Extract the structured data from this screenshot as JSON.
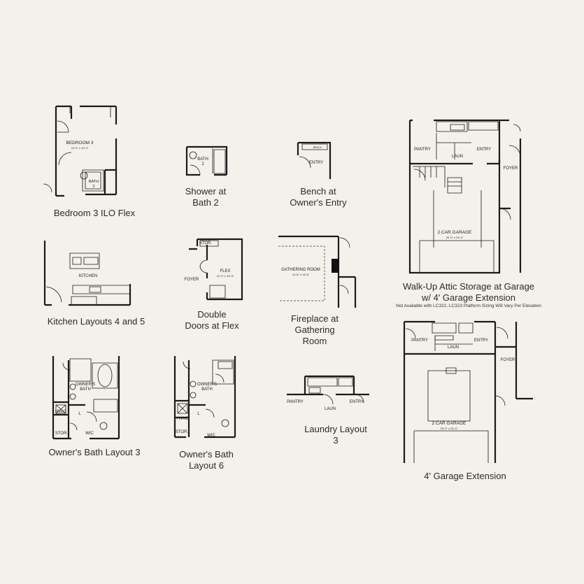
{
  "captions": {
    "bedroom3": "Bedroom 3 ILO Flex",
    "shower": [
      "Shower at",
      "Bath 2"
    ],
    "bench": [
      "Bench at",
      "Owner's Entry"
    ],
    "attic": [
      "Walk-Up Attic Storage at Garage",
      "w/ 4' Garage Extension"
    ],
    "attic_note": "Not Available with LC322, LC323 Platform Sizing Will Vary Per Elevation",
    "kitchen": "Kitchen Layouts 4 and 5",
    "double_doors": [
      "Double",
      "Doors at Flex"
    ],
    "fireplace": [
      "Fireplace at",
      "Gathering",
      "Room"
    ],
    "bath3": "Owner's Bath Layout 3",
    "bath6": [
      "Owner's Bath",
      "Layout 6"
    ],
    "laundry": [
      "Laundry Layout",
      "3"
    ],
    "garage_ext": "4' Garage Extension"
  },
  "labels": {
    "bedroom3": "BEDROOM 3",
    "bedroom3_size": "10'-0\" x 10'-3\"",
    "bath2": "BATH",
    "bath2_num": "2",
    "entry": "ENTRY",
    "bench": "BENCH",
    "pantry": "PANTRY",
    "laun": "LAUN",
    "foyer": "FOYER",
    "garage": "2 CAR GARAGE",
    "garage_size_a": "20'-0\" x 24'-0\"",
    "garage_size_b": "20'-0\" x 24'-0\"",
    "kitchen": "KITCHEN",
    "stor": "STOR.",
    "flex": "FLEX",
    "flex_size": "12'-0\" x 10'-3\"",
    "gathering": "GATHERING ROOM",
    "gathering_size": "14'-6\" x 14'-6\"",
    "owners_bath": "OWNER'S",
    "owners_bath2": "BATH",
    "hvac": "HVAC",
    "wic": "WIC",
    "l": "L"
  }
}
